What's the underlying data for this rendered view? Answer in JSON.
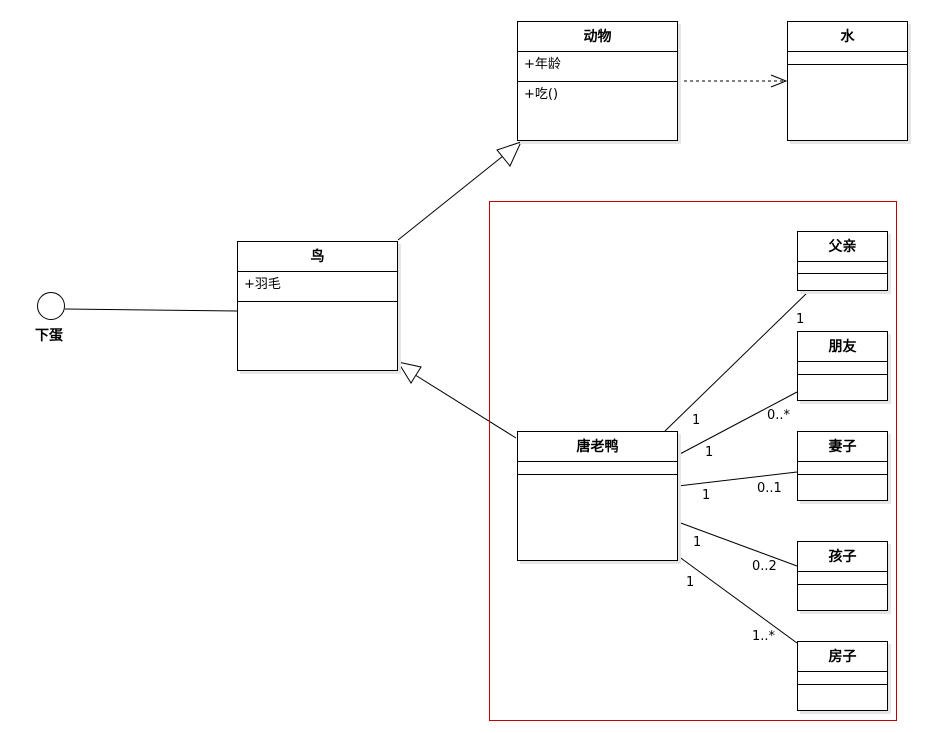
{
  "classes": {
    "animal": {
      "name": "动物",
      "attr": "+年龄",
      "method": "+吃()"
    },
    "water": {
      "name": "水"
    },
    "bird": {
      "name": "鸟",
      "attr": "+羽毛"
    },
    "duck": {
      "name": "唐老鸭"
    },
    "father": {
      "name": "父亲"
    },
    "friend": {
      "name": "朋友"
    },
    "wife": {
      "name": "妻子"
    },
    "child": {
      "name": "孩子"
    },
    "house": {
      "name": "房子"
    }
  },
  "interface": {
    "name": "下蛋"
  },
  "multiplicities": {
    "father_near": "1",
    "father_duck": "1",
    "friend_near": "0..*",
    "friend_duck": "1",
    "wife_near": "0..1",
    "wife_duck": "1",
    "child_near": "0..2",
    "child_duck": "1",
    "house_near": "1..*",
    "house_duck": "1"
  }
}
